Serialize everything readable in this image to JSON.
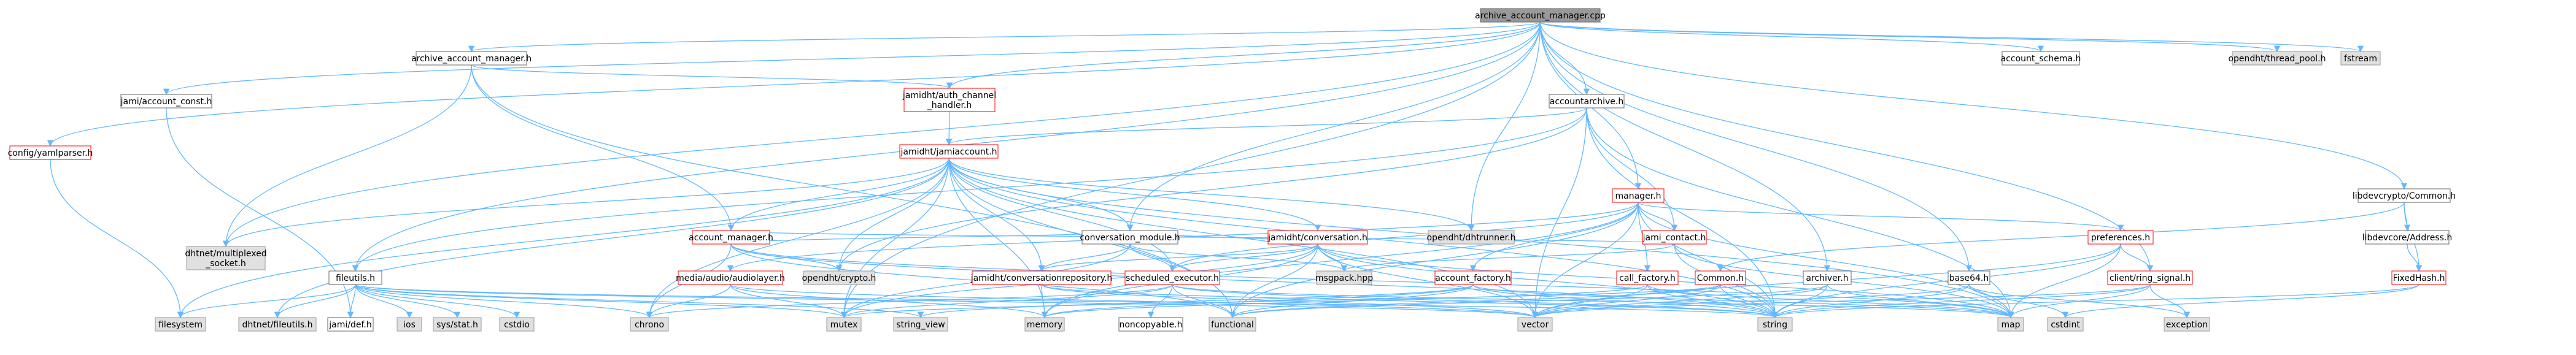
{
  "palette": {
    "root_fill": "#999999",
    "root_stroke": "#666666",
    "normal_fill": "#ffffff",
    "normal_stroke": "#666666",
    "red_fill": "#ffffff",
    "red_stroke": "#ff0000",
    "gray_fill": "#e0e0e0",
    "gray_stroke": "#999999",
    "edge": "#63b8ff",
    "arrow": "#63b8ff"
  },
  "nodes": [
    {
      "id": "root",
      "label": "archive_account_manager.cpp",
      "style": "root"
    },
    {
      "id": "aam_h",
      "label": "archive_account_manager.h",
      "style": "normal"
    },
    {
      "id": "account_schema",
      "label": "account_schema.h",
      "style": "normal"
    },
    {
      "id": "threadpool",
      "label": "opendht/thread_pool.h",
      "style": "gray"
    },
    {
      "id": "fstream",
      "label": "fstream",
      "style": "gray"
    },
    {
      "id": "yamlparser",
      "label": "config/yamlparser.h",
      "style": "red"
    },
    {
      "id": "jami_const",
      "label": "jami/account_const.h",
      "style": "normal"
    },
    {
      "id": "authchannel",
      "label": "jamidht/auth_channel\n_handler.h",
      "style": "red"
    },
    {
      "id": "accountarchive",
      "label": "accountarchive.h",
      "style": "normal"
    },
    {
      "id": "jamiaccount",
      "label": "jamidht/jamiaccount.h",
      "style": "red"
    },
    {
      "id": "dhtrunner",
      "label": "opendht/dhtrunner.h",
      "style": "gray"
    },
    {
      "id": "manager",
      "label": "manager.h",
      "style": "red"
    },
    {
      "id": "libdevcrypto",
      "label": "libdevcrypto/Common.h",
      "style": "normal"
    },
    {
      "id": "conversation_module",
      "label": "conversation_module.h",
      "style": "normal"
    },
    {
      "id": "account_manager",
      "label": "account_manager.h",
      "style": "red"
    },
    {
      "id": "dhtnet_multiplexed",
      "label": "dhtnet/multiplexed\n_socket.h",
      "style": "gray"
    },
    {
      "id": "jami_contact",
      "label": "jami_contact.h",
      "style": "red"
    },
    {
      "id": "jamidht_conversation",
      "label": "jamidht/conversation.h",
      "style": "red"
    },
    {
      "id": "preferences",
      "label": "preferences.h",
      "style": "red"
    },
    {
      "id": "libdevcore_address",
      "label": "libdevcore/Address.h",
      "style": "normal"
    },
    {
      "id": "opendht_crypto",
      "label": "opendht/crypto.h",
      "style": "gray"
    },
    {
      "id": "media_audiolayer",
      "label": "media/audio/audiolayer.h",
      "style": "red"
    },
    {
      "id": "fileutils",
      "label": "fileutils.h",
      "style": "normal"
    },
    {
      "id": "msgpack",
      "label": "msgpack.hpp",
      "style": "gray"
    },
    {
      "id": "conv_repository",
      "label": "jamidht/conversationrepository.h",
      "style": "red"
    },
    {
      "id": "scheduled_executor",
      "label": "scheduled_executor.h",
      "style": "red"
    },
    {
      "id": "account_factory",
      "label": "account_factory.h",
      "style": "red"
    },
    {
      "id": "call_factory",
      "label": "call_factory.h",
      "style": "red"
    },
    {
      "id": "common_h",
      "label": "Common.h",
      "style": "red"
    },
    {
      "id": "archiver",
      "label": "archiver.h",
      "style": "normal"
    },
    {
      "id": "base64",
      "label": "base64.h",
      "style": "normal"
    },
    {
      "id": "ring_signal",
      "label": "client/ring_signal.h",
      "style": "red"
    },
    {
      "id": "fixedhash",
      "label": "FixedHash.h",
      "style": "red"
    },
    {
      "id": "filesystem",
      "label": "filesystem",
      "style": "gray"
    },
    {
      "id": "dhtnet_fileutils",
      "label": "dhtnet/fileutils.h",
      "style": "gray"
    },
    {
      "id": "jami_def",
      "label": "jami/def.h",
      "style": "normal"
    },
    {
      "id": "ios",
      "label": "ios",
      "style": "gray"
    },
    {
      "id": "sys_stat",
      "label": "sys/stat.h",
      "style": "gray"
    },
    {
      "id": "cstdio",
      "label": "cstdio",
      "style": "gray"
    },
    {
      "id": "chrono",
      "label": "chrono",
      "style": "gray"
    },
    {
      "id": "mutex",
      "label": "mutex",
      "style": "gray"
    },
    {
      "id": "string_view",
      "label": "string_view",
      "style": "gray"
    },
    {
      "id": "memory",
      "label": "memory",
      "style": "gray"
    },
    {
      "id": "noncopyable",
      "label": "noncopyable.h",
      "style": "normal"
    },
    {
      "id": "functional",
      "label": "functional",
      "style": "gray"
    },
    {
      "id": "vector",
      "label": "vector",
      "style": "gray"
    },
    {
      "id": "string",
      "label": "string",
      "style": "gray"
    },
    {
      "id": "map",
      "label": "map",
      "style": "gray"
    },
    {
      "id": "cstdint",
      "label": "cstdint",
      "style": "gray"
    },
    {
      "id": "exception",
      "label": "exception",
      "style": "gray"
    }
  ],
  "edges": [
    [
      "root",
      "aam_h"
    ],
    [
      "root",
      "account_schema"
    ],
    [
      "root",
      "threadpool"
    ],
    [
      "root",
      "fstream"
    ],
    [
      "root",
      "yamlparser"
    ],
    [
      "root",
      "jami_const"
    ],
    [
      "root",
      "authchannel"
    ],
    [
      "root",
      "accountarchive"
    ],
    [
      "root",
      "manager"
    ],
    [
      "root",
      "libdevcrypto"
    ],
    [
      "root",
      "fileutils"
    ],
    [
      "root",
      "dhtnet_multiplexed"
    ],
    [
      "root",
      "dhtrunner"
    ],
    [
      "root",
      "archiver"
    ],
    [
      "root",
      "base64"
    ],
    [
      "root",
      "ring_signal"
    ],
    [
      "root",
      "conversation_module"
    ],
    [
      "root",
      "mutex"
    ],
    [
      "aam_h",
      "account_manager"
    ],
    [
      "aam_h",
      "authchannel"
    ],
    [
      "aam_h",
      "dhtnet_multiplexed"
    ],
    [
      "aam_h",
      "functional"
    ],
    [
      "authchannel",
      "jamiaccount"
    ],
    [
      "accountarchive",
      "jamiaccount"
    ],
    [
      "accountarchive",
      "jami_contact"
    ],
    [
      "accountarchive",
      "fileutils"
    ],
    [
      "accountarchive",
      "opendht_crypto"
    ],
    [
      "accountarchive",
      "map"
    ],
    [
      "accountarchive",
      "string"
    ],
    [
      "accountarchive",
      "vector"
    ],
    [
      "jamiaccount",
      "conversation_module"
    ],
    [
      "jamiaccount",
      "dhtrunner"
    ],
    [
      "jamiaccount",
      "account_manager"
    ],
    [
      "jamiaccount",
      "jamidht_conversation"
    ],
    [
      "jamiaccount",
      "dhtnet_multiplexed"
    ],
    [
      "jamiaccount",
      "conv_repository"
    ],
    [
      "jamiaccount",
      "scheduled_executor"
    ],
    [
      "jamiaccount",
      "filesystem"
    ],
    [
      "jamiaccount",
      "dhtnet_fileutils"
    ],
    [
      "jamiaccount",
      "chrono"
    ],
    [
      "jamiaccount",
      "vector"
    ],
    [
      "jamiaccount",
      "map"
    ],
    [
      "jamiaccount",
      "memory"
    ],
    [
      "jamiaccount",
      "functional"
    ],
    [
      "jamiaccount",
      "mutex"
    ],
    [
      "jamiaccount",
      "string"
    ],
    [
      "jamiaccount",
      "opendht_crypto"
    ],
    [
      "conversation_module",
      "jamidht_conversation"
    ],
    [
      "conversation_module",
      "conv_repository"
    ],
    [
      "conversation_module",
      "scheduled_executor"
    ],
    [
      "conversation_module",
      "account_manager"
    ],
    [
      "conversation_module",
      "msgpack"
    ],
    [
      "conversation_module",
      "mutex"
    ],
    [
      "manager",
      "preferences"
    ],
    [
      "manager",
      "media_audiolayer"
    ],
    [
      "manager",
      "scheduled_executor"
    ],
    [
      "manager",
      "account_factory"
    ],
    [
      "manager",
      "call_factory"
    ],
    [
      "manager",
      "jami_contact"
    ],
    [
      "manager",
      "vector"
    ],
    [
      "manager",
      "string"
    ],
    [
      "manager",
      "memory"
    ],
    [
      "manager",
      "functional"
    ],
    [
      "manager",
      "map"
    ],
    [
      "account_manager",
      "jami_contact"
    ],
    [
      "account_manager",
      "opendht_crypto"
    ],
    [
      "account_manager",
      "functional"
    ],
    [
      "account_manager",
      "string"
    ],
    [
      "account_manager",
      "map"
    ],
    [
      "account_manager",
      "chrono"
    ],
    [
      "jami_contact",
      "msgpack"
    ],
    [
      "jami_contact",
      "map"
    ],
    [
      "jami_contact",
      "string"
    ],
    [
      "jamidht_conversation",
      "conv_repository"
    ],
    [
      "jamidht_conversation",
      "scheduled_executor"
    ],
    [
      "jamidht_conversation",
      "msgpack"
    ],
    [
      "jamidht_conversation",
      "memory"
    ],
    [
      "jamidht_conversation",
      "functional"
    ],
    [
      "jamidht_conversation",
      "string"
    ],
    [
      "jamidht_conversation",
      "vector"
    ],
    [
      "jamidht_conversation",
      "map"
    ],
    [
      "jamidht_conversation",
      "mutex"
    ],
    [
      "preferences",
      "ring_signal"
    ],
    [
      "preferences",
      "string"
    ],
    [
      "preferences",
      "map"
    ],
    [
      "preferences",
      "vector"
    ],
    [
      "libdevcrypto",
      "libdevcore_address"
    ],
    [
      "libdevcrypto",
      "fixedhash"
    ],
    [
      "libdevcrypto",
      "common_h"
    ],
    [
      "libdevcore_address",
      "fixedhash"
    ],
    [
      "fixedhash",
      "cstdint"
    ],
    [
      "fixedhash",
      "string"
    ],
    [
      "media_audiolayer",
      "chrono"
    ],
    [
      "media_audiolayer",
      "mutex"
    ],
    [
      "media_audiolayer",
      "vector"
    ],
    [
      "media_audiolayer",
      "memory"
    ],
    [
      "fileutils",
      "filesystem"
    ],
    [
      "fileutils",
      "dhtnet_fileutils"
    ],
    [
      "fileutils",
      "jami_def"
    ],
    [
      "fileutils",
      "ios"
    ],
    [
      "fileutils",
      "sys_stat"
    ],
    [
      "fileutils",
      "cstdio"
    ],
    [
      "fileutils",
      "chrono"
    ],
    [
      "fileutils",
      "mutex"
    ],
    [
      "fileutils",
      "string_view"
    ],
    [
      "fileutils",
      "vector"
    ],
    [
      "fileutils",
      "string"
    ],
    [
      "conv_repository",
      "memory"
    ],
    [
      "conv_repository",
      "vector"
    ],
    [
      "conv_repository",
      "string"
    ],
    [
      "scheduled_executor",
      "functional"
    ],
    [
      "scheduled_executor",
      "noncopyable"
    ],
    [
      "scheduled_executor",
      "chrono"
    ],
    [
      "scheduled_executor",
      "mutex"
    ],
    [
      "scheduled_executor",
      "map"
    ],
    [
      "scheduled_executor",
      "string"
    ],
    [
      "account_factory",
      "memory"
    ],
    [
      "account_factory",
      "string"
    ],
    [
      "account_factory",
      "functional"
    ],
    [
      "account_factory",
      "map"
    ],
    [
      "account_factory",
      "string_view"
    ],
    [
      "call_factory",
      "memory"
    ],
    [
      "call_factory",
      "string"
    ],
    [
      "call_factory",
      "vector"
    ],
    [
      "call_factory",
      "map"
    ],
    [
      "common_h",
      "vector"
    ],
    [
      "common_h",
      "string"
    ],
    [
      "common_h",
      "functional"
    ],
    [
      "common_h",
      "mutex"
    ],
    [
      "archiver",
      "vector"
    ],
    [
      "archiver",
      "string"
    ],
    [
      "archiver",
      "map"
    ],
    [
      "archiver",
      "functional"
    ],
    [
      "base64",
      "vector"
    ],
    [
      "base64",
      "string"
    ],
    [
      "base64",
      "cstdint"
    ],
    [
      "base64",
      "exception"
    ],
    [
      "ring_signal",
      "vector"
    ],
    [
      "ring_signal",
      "string"
    ],
    [
      "ring_signal",
      "map"
    ],
    [
      "ring_signal",
      "exception"
    ],
    [
      "jami_const",
      "jami_def"
    ],
    [
      "yamlparser",
      "filesystem"
    ]
  ]
}
